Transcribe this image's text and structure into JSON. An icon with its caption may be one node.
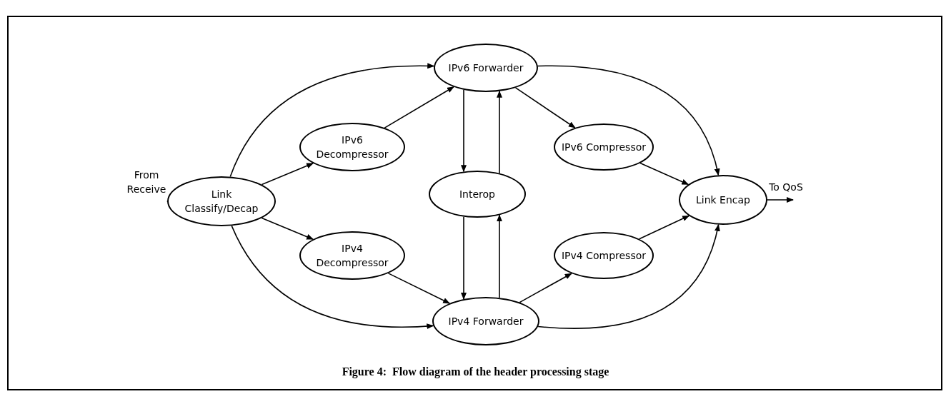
{
  "diagram": {
    "caption": "Figure 4:  Flow diagram of the header processing stage",
    "nodes": [
      {
        "text": [
          "IPv6 Forwarder"
        ]
      },
      {
        "text": [
          "IPv6 Decompressor"
        ]
      },
      {
        "text": [
          "IPv6 Compressor"
        ]
      },
      {
        "text": [
          "Link Classify/Decap"
        ]
      },
      {
        "text": [
          "Interop"
        ]
      },
      {
        "text": [
          "Link Encap"
        ]
      },
      {
        "text": [
          "IPv4 Decompressor"
        ]
      },
      {
        "text": [
          "IPv4 Compressor"
        ]
      },
      {
        "text": [
          "IPv4 Forwarder"
        ]
      }
    ],
    "edges": [
      {
        "from": null,
        "to": 3,
        "arrow": "to",
        "label": "From Receive"
      },
      {
        "from": 3,
        "to": 1,
        "arrow": "to"
      },
      {
        "from": 3,
        "to": 6,
        "arrow": "to"
      },
      {
        "from": 3,
        "to": 0,
        "arrow": "to"
      },
      {
        "from": 3,
        "to": 8,
        "arrow": "to"
      },
      {
        "from": 1,
        "to": 0,
        "arrow": "to"
      },
      {
        "from": 6,
        "to": 8,
        "arrow": "to"
      },
      {
        "from": 0,
        "to": 4,
        "arrow": "to"
      },
      {
        "from": 4,
        "to": 0,
        "arrow": "to"
      },
      {
        "from": 4,
        "to": 8,
        "arrow": "to"
      },
      {
        "from": 8,
        "to": 4,
        "arrow": "to"
      },
      {
        "from": 0,
        "to": 2,
        "arrow": "to"
      },
      {
        "from": 0,
        "to": 5,
        "arrow": "to"
      },
      {
        "from": 2,
        "to": 5,
        "arrow": "to"
      },
      {
        "from": 8,
        "to": 7,
        "arrow": "to"
      },
      {
        "from": 7,
        "to": 5,
        "arrow": "to"
      },
      {
        "from": 8,
        "to": 5,
        "arrow": "to"
      },
      {
        "from": 5,
        "to": null,
        "arrow": "to",
        "label": "To QoS"
      }
    ]
  }
}
